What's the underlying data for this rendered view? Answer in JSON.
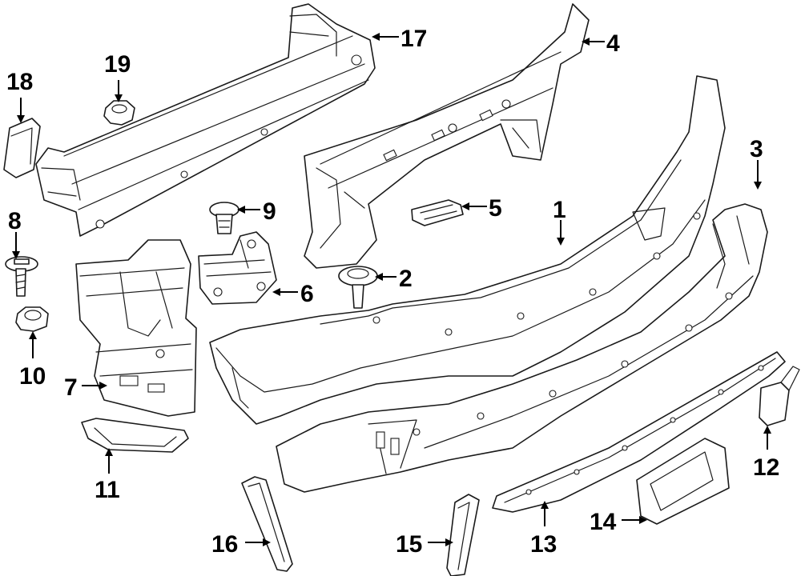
{
  "callouts": {
    "c1": "1",
    "c2": "2",
    "c3": "3",
    "c4": "4",
    "c5": "5",
    "c6": "6",
    "c7": "7",
    "c8": "8",
    "c9": "9",
    "c10": "10",
    "c11": "11",
    "c12": "12",
    "c13": "13",
    "c14": "14",
    "c15": "15",
    "c16": "16",
    "c17": "17",
    "c18": "18",
    "c19": "19"
  },
  "colors": {
    "line": "#1a1a1a",
    "callout": "#000000",
    "background": "#ffffff"
  }
}
